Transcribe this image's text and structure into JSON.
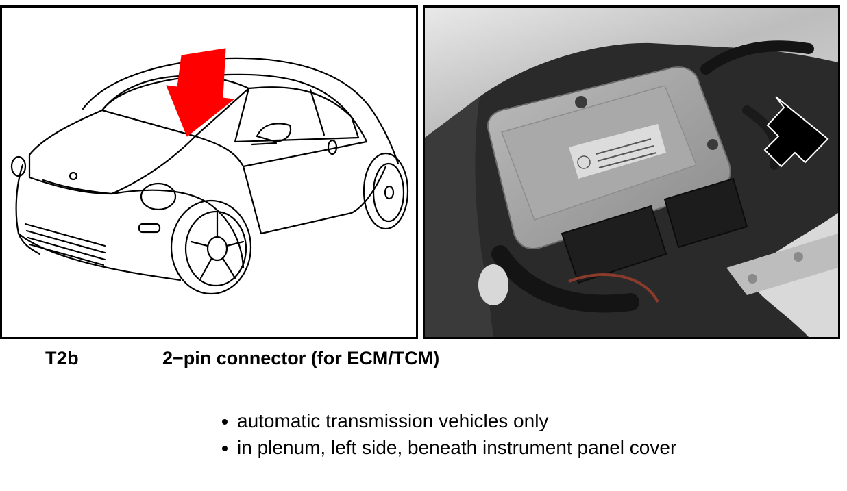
{
  "figure": {
    "car_illustration": {
      "icon": "car-line-drawing",
      "arrow_color": "#ff0000"
    },
    "ecm_photo": {
      "icon": "ecm-module-photo",
      "arrow_color": "#000000"
    }
  },
  "connector": {
    "code": "T2b",
    "title": "2−pin connector (for ECM/TCM)"
  },
  "notes": [
    "automatic transmission vehicles only",
    "in plenum, left side, beneath instrument panel cover"
  ]
}
